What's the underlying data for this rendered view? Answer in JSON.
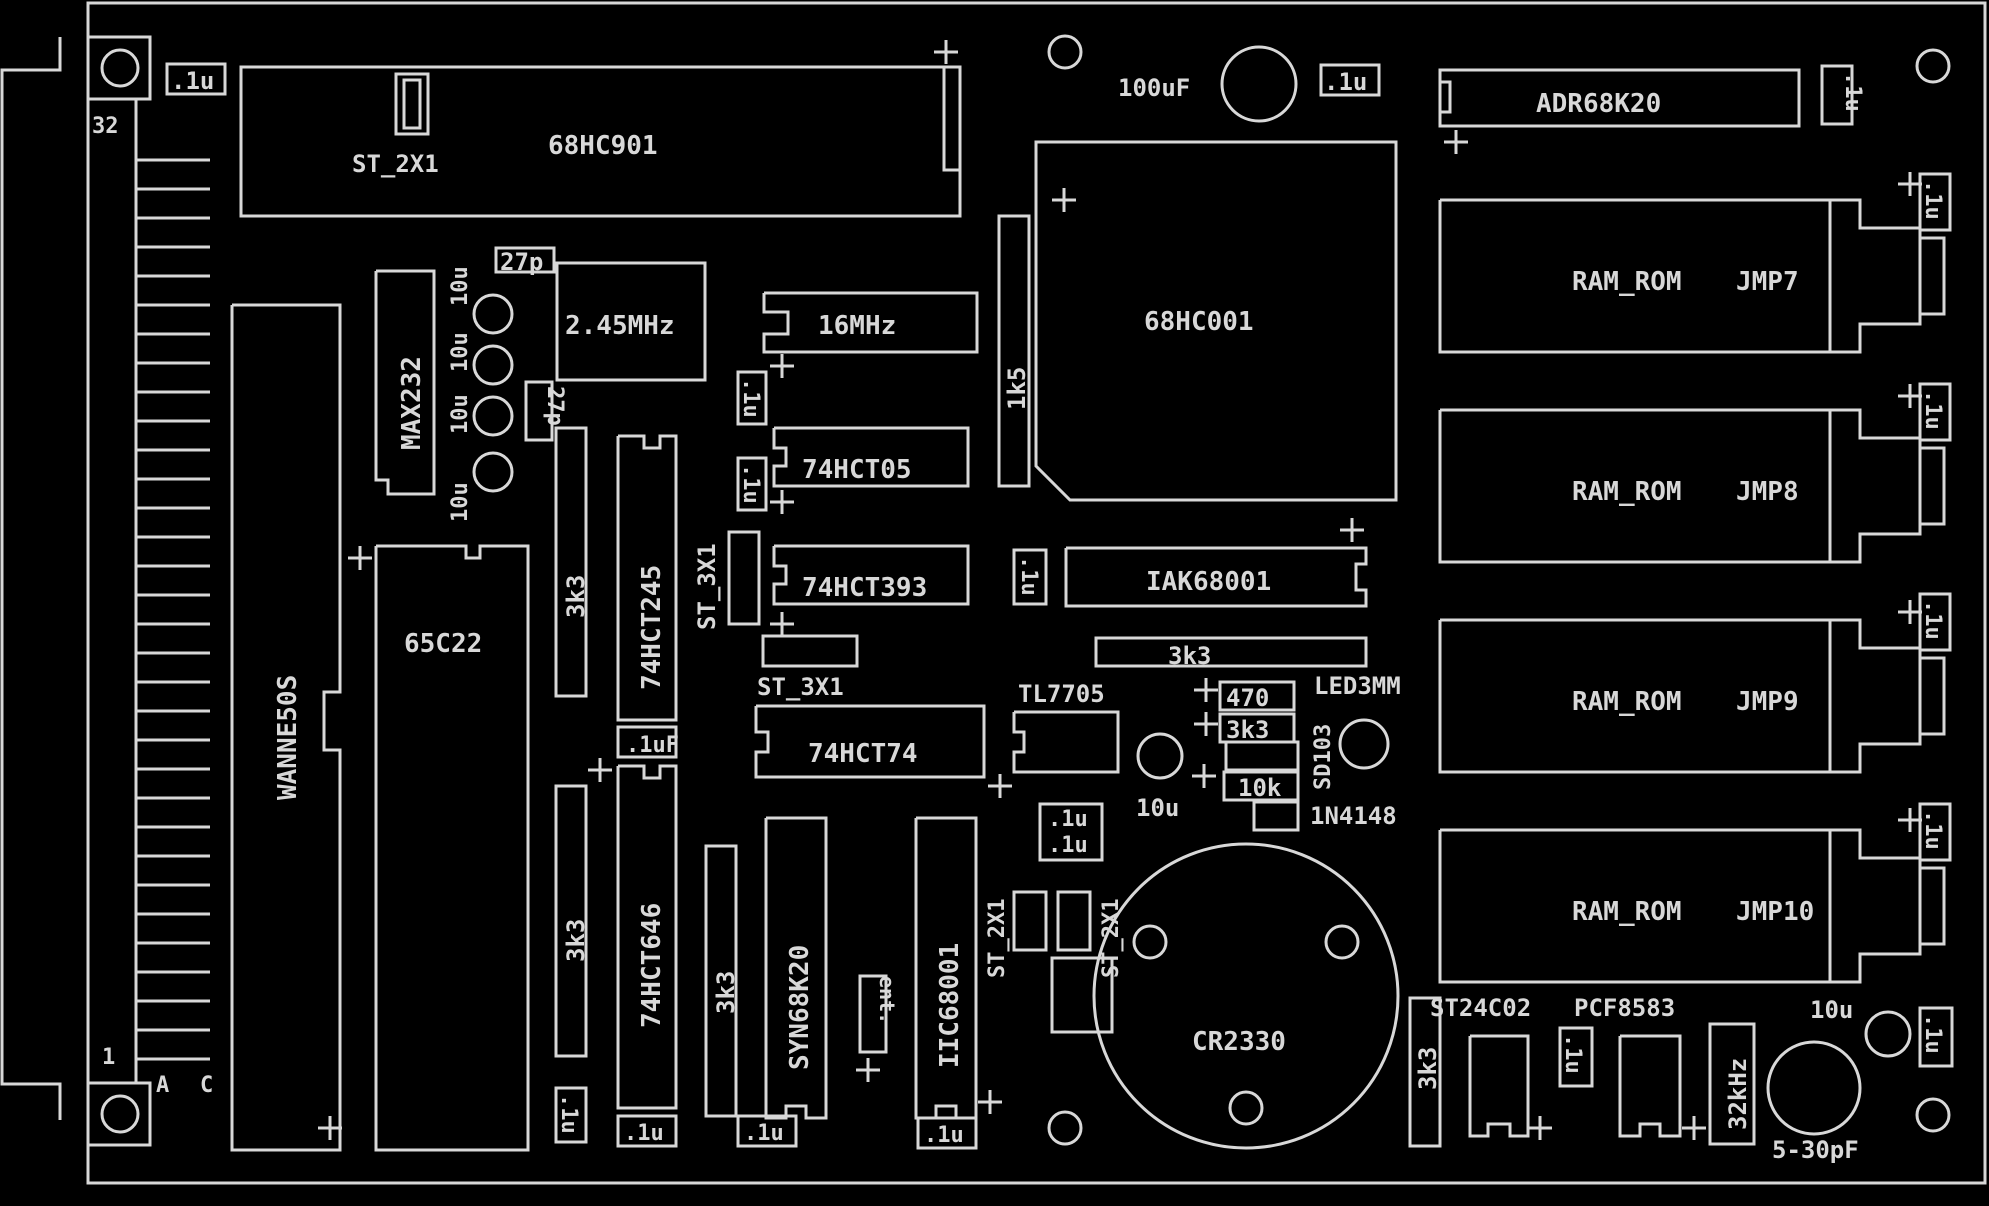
{
  "board": {
    "connector": {
      "pin_last": "32",
      "pin_first": "1",
      "row_a": "A",
      "row_c": "C"
    },
    "ics": {
      "u_68hc901": "68HC901",
      "u_68hc001": "68HC001",
      "u_adr68k20": "ADR68K20",
      "u_max232": "MAX232",
      "u_wanne50s": "WANNE50S",
      "u_65c22": "65C22",
      "u_74hct245": "74HCT245",
      "u_74hct646": "74HCT646",
      "u_74hct05": "74HCT05",
      "u_74hct393": "74HCT393",
      "u_74hct74": "74HCT74",
      "u_iak68001": "IAK68001",
      "u_syn68k20": "SYN68K20",
      "u_iic68001": "IIC68001",
      "u_tl7705": "TL7705",
      "u_st24c02": "ST24C02",
      "u_pcf8583": "PCF8583"
    },
    "memory": [
      {
        "name": "RAM_ROM",
        "jumper": "JMP7"
      },
      {
        "name": "RAM_ROM",
        "jumper": "JMP8"
      },
      {
        "name": "RAM_ROM",
        "jumper": "JMP9"
      },
      {
        "name": "RAM_ROM",
        "jumper": "JMP10"
      }
    ],
    "crystals": {
      "x1": "2.45MHz",
      "x2": "16MHz",
      "x3": "32kHz"
    },
    "battery": "CR2330",
    "jumpers": {
      "st_2x1_top": "ST_2X1",
      "st_3x1_v": "ST_3X1",
      "st_3x1_h": "ST_3X1",
      "st_2x1_a": "ST_2X1",
      "st_2x1_b": "ST_2X1"
    },
    "passives": {
      "c100uf": "100uF",
      "c27p_a": "27p",
      "c27p_b": "27p",
      "c10u_1": "10u",
      "c10u_2": "10u",
      "c10u_3": "10u",
      "c10u_4": "10u",
      "c10u_mid": "10u",
      "c10u_rtc": "10u",
      "r1k5": "1k5",
      "r3k3_a": "3k3",
      "r3k3_b": "3k3",
      "r3k3_c": "3k3",
      "r3k3_d": "3k3",
      "r3k3_e": "3k3",
      "r3k3_f": "3k3",
      "r470": "470",
      "r10k": "10k",
      "sd103": "SD103",
      "d1n4148": "1N4148",
      "led": "LED3MM",
      "trimmer": "5-30pF",
      "ent": "ent.",
      "c01": ".1u",
      "c01f": ".1uF"
    }
  }
}
